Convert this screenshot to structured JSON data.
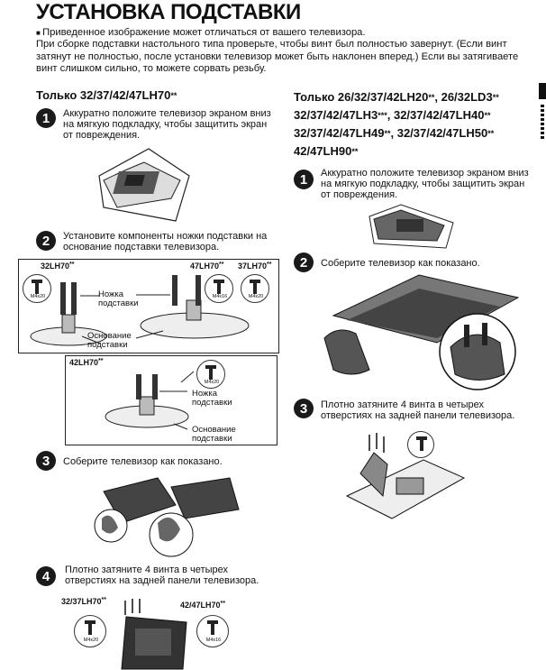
{
  "page": {
    "title": "УСТАНОВКА ПОДСТАВКИ",
    "intro": {
      "line1": "Приведенное изображение может отличаться от вашего телевизора.",
      "line2": "При сборке подставки настольного типа проверьте, чтобы винт был полностью завернут. (Если винт затянут не полностью, после установки телевизор может быть наклонен вперед.) Если вы затягиваете винт слишком сильно, то можете сорвать резьбу."
    }
  },
  "left": {
    "title": "Только 32/37/42/47LH70",
    "title_suffix": "**",
    "step1": {
      "num": "1",
      "text": "Аккуратно положите телевизор экраном вниз на мягкую подкладку, чтобы защитить экран от повреждения."
    },
    "step2": {
      "num": "2",
      "text": "Установите компоненты ножки подставки на основание подставки телевизора."
    },
    "box1": {
      "model_a": "32LH70",
      "model_a_suffix": "**",
      "model_b": "47LH70",
      "model_b_suffix": "**",
      "model_c": "37LH70",
      "model_c_suffix": "**",
      "screw_a": "M4x20",
      "screw_b": "M4x16",
      "screw_c": "M4x20",
      "leg_label_1": "Ножка",
      "leg_label_2": "подставки",
      "base_label_1": "Основание",
      "base_label_2": "подставки"
    },
    "box2": {
      "model": "42LH70",
      "model_suffix": "**",
      "screw": "M4x20",
      "leg_label_1": "Ножка",
      "leg_label_2": "подставки",
      "base_label_1": "Основание",
      "base_label_2": "подставки"
    },
    "step3": {
      "num": "3",
      "text": "Соберите телевизор как показано."
    },
    "step4": {
      "num": "4",
      "text": "Плотно затяните 4 винта в четырех отверстиях на задней панели телевизора."
    },
    "bottom": {
      "model_a": "32/37LH70",
      "model_a_suffix": "**",
      "model_b": "42/47LH70",
      "model_b_suffix": "**",
      "screw_a": "M4x20",
      "screw_b": "M4x16"
    }
  },
  "right": {
    "title_line1": "Только 26/32/37/42LH20",
    "title_line1_suffix": "**",
    "title_line1b": ", 26/32LD3",
    "title_line1b_suffix": "**",
    "title_line2": "32/37/42/47LH3",
    "title_line2_suffix": "***",
    "title_line2b": ", 32/37/42/47LH40",
    "title_line2b_suffix": "**",
    "title_line3": "32/37/42/47LH49",
    "title_line3_suffix": "**",
    "title_line3b": ", 32/37/42/47LH50",
    "title_line3b_suffix": "**",
    "title_line4": "42/47LH90",
    "title_line4_suffix": "**",
    "step1": {
      "num": "1",
      "text": "Аккуратно положите телевизор экраном вниз на мягкую подкладку, чтобы защитить экран от повреждения."
    },
    "step2": {
      "num": "2",
      "text": "Соберите телевизор как показано."
    },
    "step3": {
      "num": "3",
      "text": "Плотно затяните 4 винта в четырех отверстиях на задней панели телевизора."
    }
  }
}
